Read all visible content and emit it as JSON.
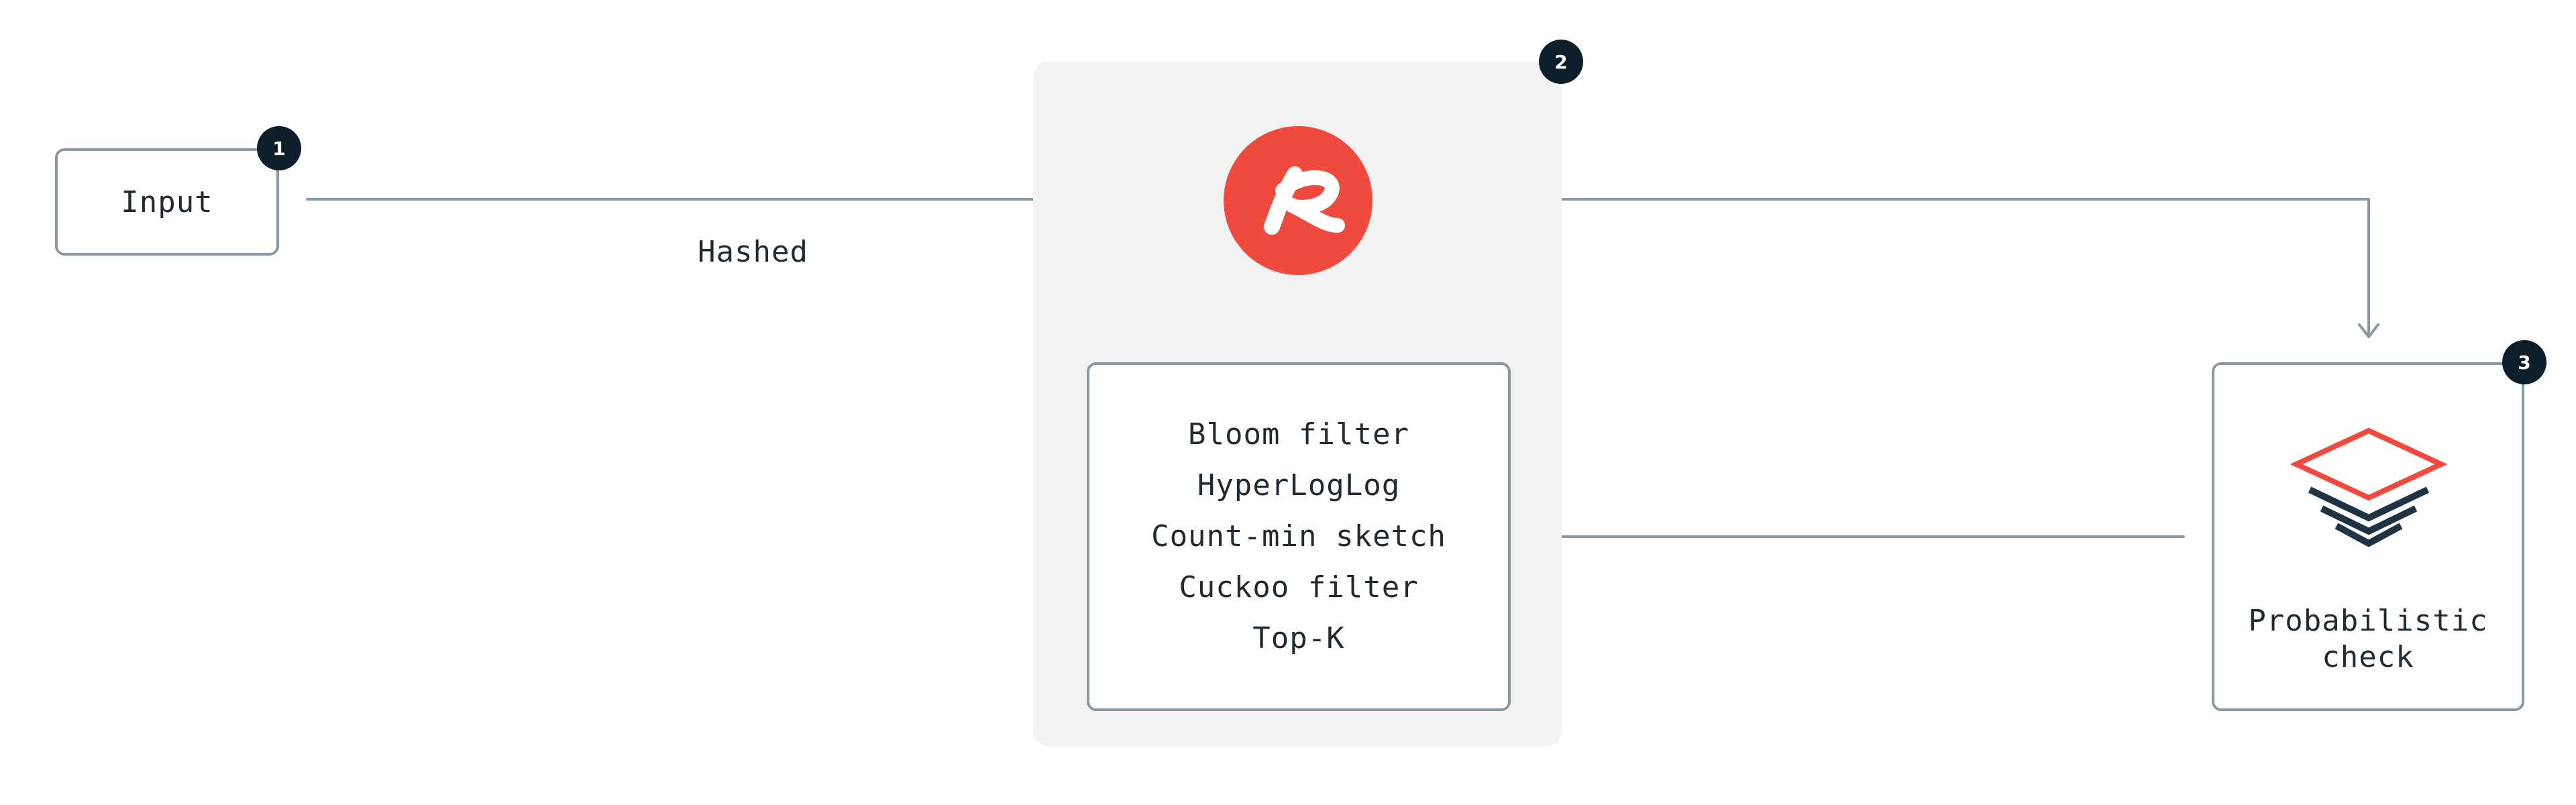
{
  "nodes": {
    "input": {
      "label": "Input",
      "step": "1"
    },
    "redis": {
      "step": "2"
    },
    "structures": {
      "items": [
        "Bloom filter",
        "HyperLogLog",
        "Count-min sketch",
        "Cuckoo filter",
        "Top-K"
      ]
    },
    "check": {
      "label_line1": "Probabilistic",
      "label_line2": "check",
      "step": "3"
    }
  },
  "edges": {
    "input_to_redis": {
      "label": "Hashed"
    }
  },
  "colors": {
    "accent": "#f04a3e",
    "badge": "#0d1e2b",
    "stroke": "#8a9aa4",
    "panel": "#f2f2f2",
    "layers": "#1f3342"
  },
  "icons": {
    "redis": "redis-logo-icon",
    "probabilistic": "stacked-layers-icon"
  }
}
